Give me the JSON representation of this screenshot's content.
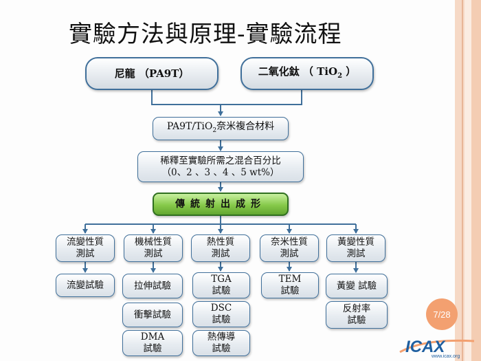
{
  "slide": {
    "title": "實驗方法與原理-實驗流程",
    "page_number": "7/28",
    "logo_text": "ICAX",
    "logo_url_text": "www.icax.org"
  },
  "materials": {
    "nylon_label": "尼龍 （PA9T）",
    "tio2_prefix": "二氧化鈦 （ TiO",
    "tio2_sub": "2",
    "tio2_suffix": " ）"
  },
  "process": {
    "composite_prefix": "PA9T/TiO",
    "composite_sub": "2",
    "composite_suffix": "奈米複合材料",
    "dilute_line1": "稀釋至實驗所需之混合百分比",
    "dilute_line2": "（0、2 、3 、4 、5 wt%）",
    "injection": "傳統射出成形"
  },
  "categories": [
    {
      "line1": "流變性質",
      "line2": "測試"
    },
    {
      "line1": "機械性質",
      "line2": "測試"
    },
    {
      "line1": "熱性質",
      "line2": "測試"
    },
    {
      "line1": "奈米性質",
      "line2": "測試"
    },
    {
      "line1": "黃變性質",
      "line2": "測試"
    }
  ],
  "tests": {
    "rheology": "流變試驗",
    "tensile": "拉伸試驗",
    "impact": "衝擊試驗",
    "dma_line1": "DMA",
    "dma_line2": "試驗",
    "tga_line1": "TGA",
    "tga_line2": "試驗",
    "dsc_line1": "DSC",
    "dsc_line2": "試驗",
    "thermal_line1": "熱傳導",
    "thermal_line2": "試驗",
    "tem_line1": "TEM",
    "tem_line2": "試驗",
    "yellowing": "黃變 試驗",
    "reflect_line1": "反射率",
    "reflect_line2": "試驗"
  },
  "colors": {
    "connector": "#3f6f9a",
    "box_border": "#3f6f9a",
    "accent_green": "#86c94a",
    "badge": "#f3a070"
  }
}
